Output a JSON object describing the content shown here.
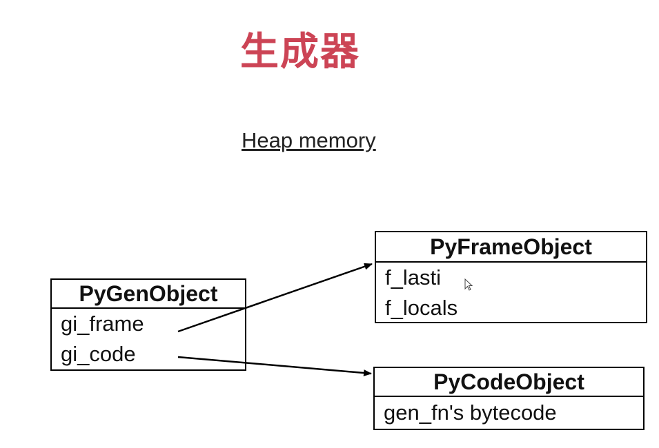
{
  "title": "生成器",
  "subtitle": "Heap memory",
  "gen_object": {
    "name": "PyGenObject",
    "fields": [
      "gi_frame",
      "gi_code"
    ]
  },
  "frame_object": {
    "name": "PyFrameObject",
    "fields": [
      "f_lasti",
      "f_locals"
    ]
  },
  "code_object": {
    "name": "PyCodeObject",
    "fields": [
      "gen_fn's bytecode"
    ]
  },
  "colors": {
    "title": "#cc4455",
    "line": "#000000"
  },
  "icons": [
    "mouse-cursor-icon"
  ]
}
